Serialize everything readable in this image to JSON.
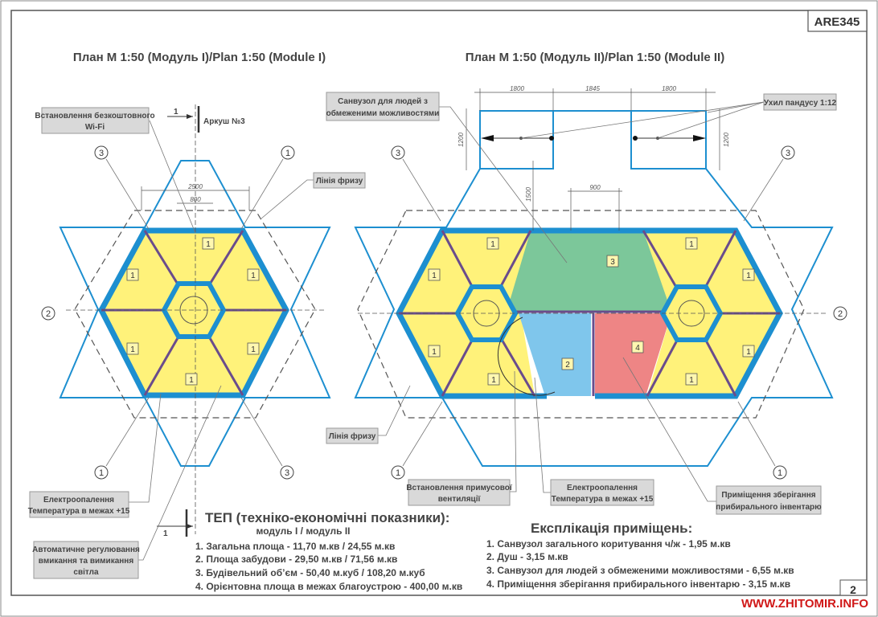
{
  "header": {
    "code": "ARE345",
    "page": "2",
    "watermark": "WWW.ZHITOMIR.INFO"
  },
  "module1": {
    "title": "План М 1:50 (Модуль I)/Plan 1:50 (Module I)"
  },
  "module2": {
    "title": "План М 1:50 (Модуль II)/Plan 1:50 (Module II)"
  },
  "section": {
    "marker": "1",
    "sheet": "Аркуш №3"
  },
  "callouts": {
    "wifi": [
      "Встановлення безкоштовного",
      "Wi-Fi"
    ],
    "frieze": "Лінія фризу",
    "heating": [
      "Електроопалення",
      "Температура в межах +15"
    ],
    "auto_light": [
      "Автоматичне регулювання",
      "вмикання та вимикання",
      "світла"
    ],
    "accessible": [
      "Санвузол для людей з",
      "обмеженими можливостями"
    ],
    "ramp": "Ухил пандусу 1:12",
    "ventilation": [
      "Встановлення примусової",
      "вентиляції"
    ],
    "storage": [
      "Приміщення зберігання",
      "прибирального інвентарю"
    ]
  },
  "dimensions": {
    "m1_width": "2500",
    "m1_door": "800",
    "ramp_left": "1800",
    "ramp_gap": "1845",
    "ramp_right": "1800",
    "ramp_depth": "1200",
    "ramp_offset": "1500",
    "m2_door": "900"
  },
  "axes": {
    "one": "1",
    "two": "2",
    "three": "3"
  },
  "rooms": {
    "r1": "1",
    "r2": "2",
    "r3": "3",
    "r4": "4"
  },
  "tep": {
    "title": "ТЕП (техніко-економічні показники):",
    "subtitle": "модуль I / модуль II",
    "items": [
      "1. Загальна площа - 11,70 м.кв / 24,55 м.кв",
      "2. Площа забудови - 29,50 м.кв / 71,56 м.кв",
      "3. Будівельний об’єм - 50,40 м.куб / 108,20 м.куб",
      "4. Орієнтовна площа в межах благоустрою - 400,00 м.кв"
    ]
  },
  "explication": {
    "title": "Експлікація приміщень:",
    "items": [
      "1. Санвузол загального коритування ч/ж - 1,95 м.кв",
      "2. Душ - 3,15 м.кв",
      "3. Санвузол для людей з обмеженими можливостями - 6,55 м.кв",
      "4. Приміщення зберігання прибирального інвентарю - 3,15 м.кв"
    ]
  },
  "colors": {
    "toilet": "#fff27a",
    "accessible": "#7cc79a",
    "shower": "#7fc6ec",
    "storage": "#ee8585",
    "wall": "#1d8fd0"
  }
}
